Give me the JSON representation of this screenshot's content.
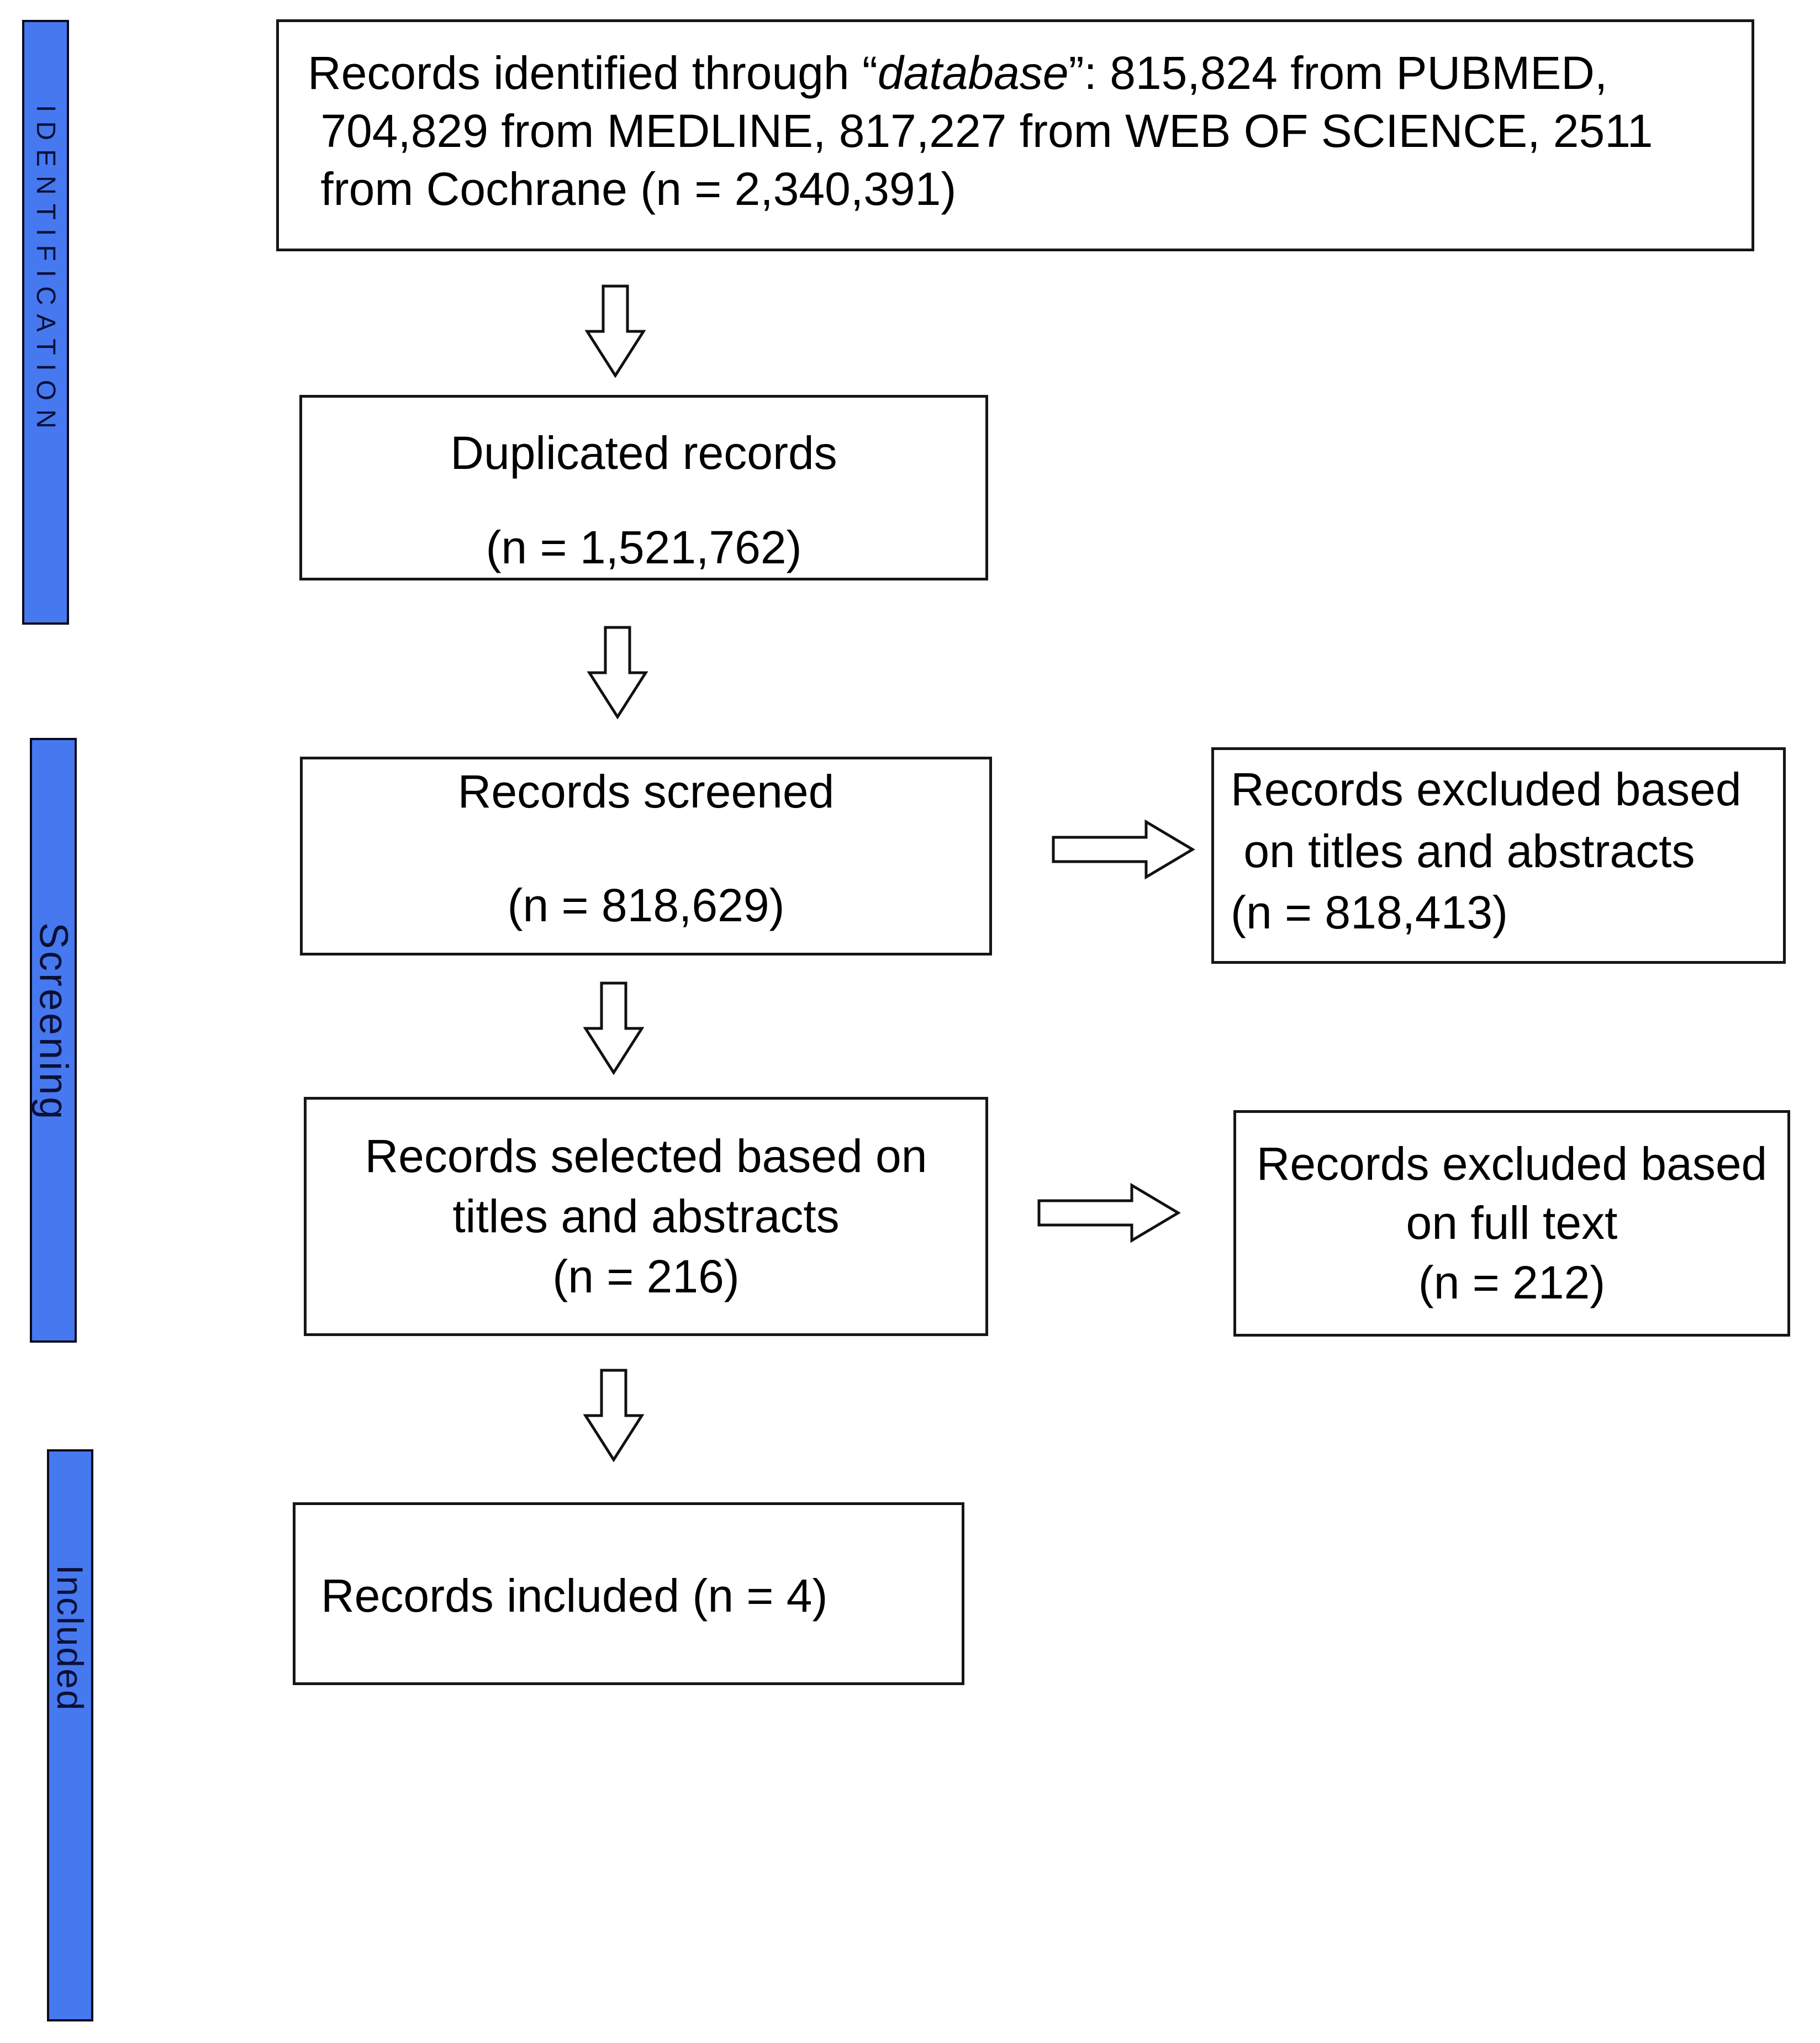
{
  "accent_color": "#4678F0",
  "stages": {
    "identification": {
      "label": "IDENTIFICATION"
    },
    "screening": {
      "label": "Screening"
    },
    "included": {
      "label": "Included"
    }
  },
  "boxes": {
    "identified": {
      "line1_pre": "Records identified through “",
      "line1_italic": "database",
      "line1_post": "”: 815,824 from PUBMED,",
      "line2": " 704,829 from MEDLINE, 817,227 from WEB OF SCIENCE, 2511",
      "line3": " from Cochrane (n = 2,340,391)"
    },
    "duplicated": {
      "line1": "Duplicated records",
      "line2": "(n = 1,521,762)"
    },
    "screened": {
      "line1": "Records screened",
      "line2": "(n = 818,629)"
    },
    "excluded_titles": {
      "line1": "Records excluded based",
      "line2": " on titles and abstracts",
      "line3": "(n = 818,413)"
    },
    "selected": {
      "line1": "Records selected based on",
      "line2": "titles and abstracts",
      "line3": "(n = 216)"
    },
    "excluded_fulltext": {
      "line1": "Records excluded based",
      "line2": "on full text",
      "line3": "(n = 212)"
    },
    "included": {
      "line1": "Records included (n = 4)"
    }
  },
  "icons": {
    "down_arrow": "arrow-down",
    "right_arrow": "arrow-right"
  }
}
